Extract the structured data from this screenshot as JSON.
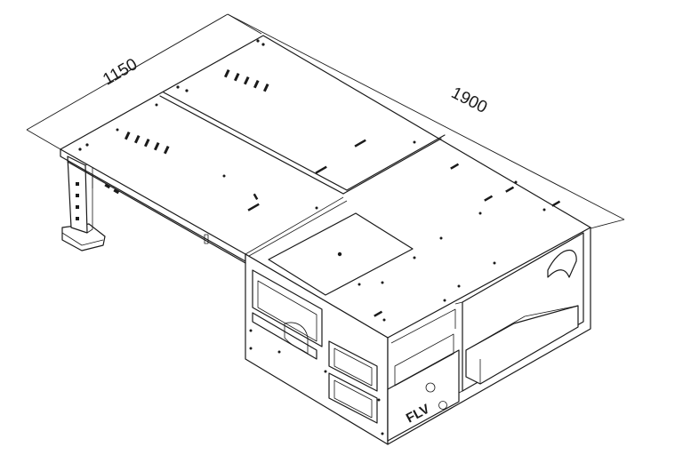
{
  "dimensions": {
    "width_label": "1150",
    "length_label": "1900"
  },
  "brand": {
    "logo_text": "FLV"
  },
  "colors": {
    "line": "#1a1a1a",
    "background": "#ffffff"
  }
}
